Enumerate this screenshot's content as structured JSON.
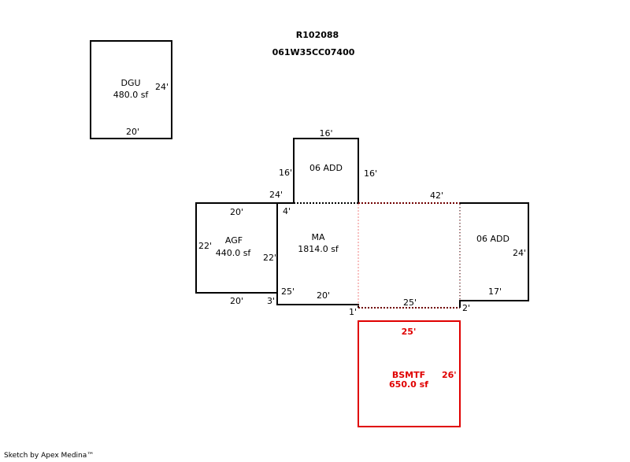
{
  "header": {
    "parcel_id": "R102088",
    "map_number": "061W35CC07400"
  },
  "areas": {
    "dgu": {
      "label": "DGU",
      "area": "480.0 sf",
      "dims": [
        "24'",
        "20'"
      ]
    },
    "agf": {
      "label": "AGF",
      "area": "440.0 sf",
      "dims": [
        "20'",
        "22'",
        "22'",
        "20'"
      ]
    },
    "ma": {
      "label": "MA",
      "area": "1814.0 sf",
      "dims": [
        "24'",
        "4'",
        "25'",
        "3'",
        "20'",
        "1'",
        "25'",
        "2'",
        "42'"
      ]
    },
    "add_top": {
      "label": "06 ADD",
      "dims": [
        "16'",
        "16'",
        "16'"
      ]
    },
    "add_right": {
      "label": "06 ADD",
      "dims": [
        "24'",
        "17'"
      ]
    },
    "bsmtf": {
      "label": "BSMTF",
      "area": "650.0 sf",
      "dims": [
        "25'",
        "26'"
      ]
    }
  },
  "colors": {
    "line": "#000000",
    "basement": "#e00000",
    "dotted": "#f08080"
  },
  "footer": {
    "credit": "Sketch by Apex Medina™"
  }
}
